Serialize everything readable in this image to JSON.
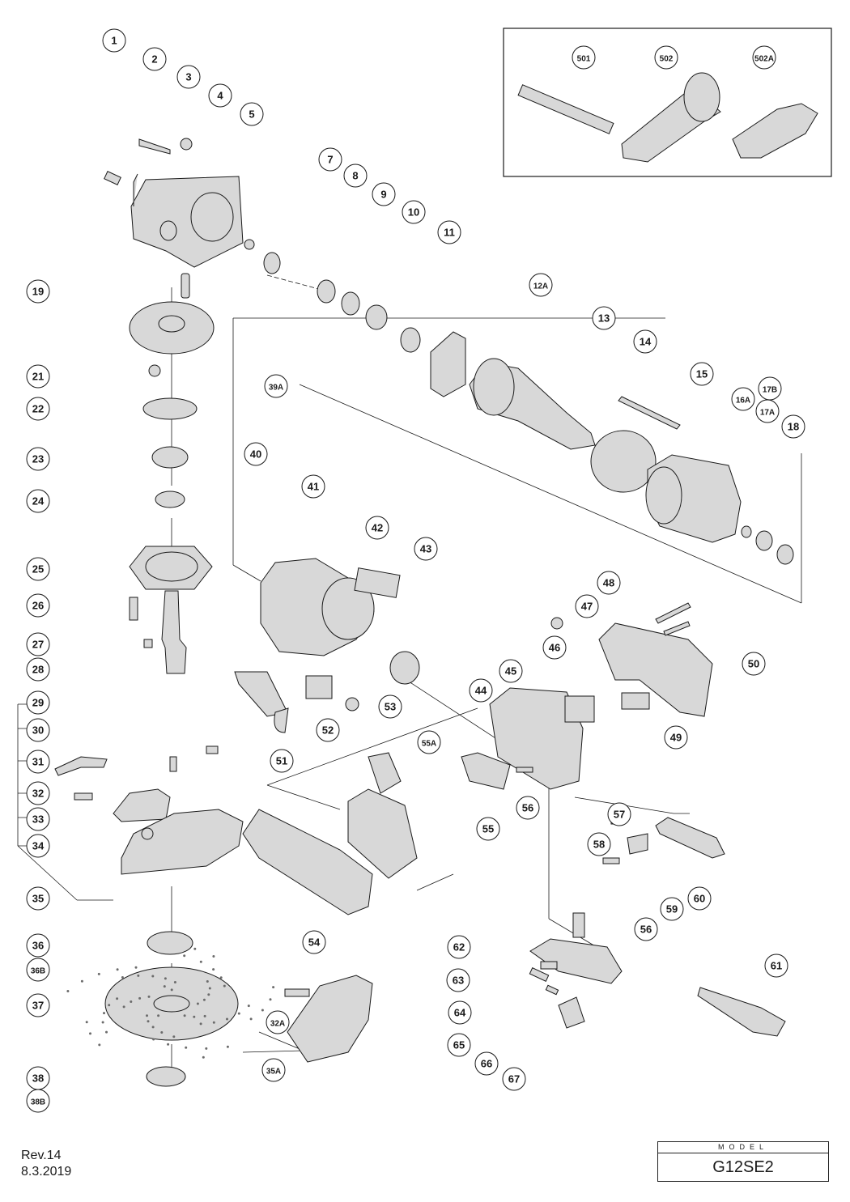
{
  "accessory_labels": [
    "501",
    "502",
    "502A"
  ],
  "part_labels": [
    "1",
    "2",
    "3",
    "4",
    "5",
    "19",
    "39A",
    "21",
    "22",
    "23",
    "24",
    "25",
    "26",
    "27",
    "28",
    "29",
    "30",
    "31",
    "32",
    "33",
    "34",
    "35",
    "36",
    "36B",
    "37",
    "38",
    "38B",
    "7",
    "8",
    "9",
    "10",
    "11",
    "12A",
    "13",
    "14",
    "15",
    "16A",
    "17B",
    "17A",
    "18",
    "40",
    "41",
    "42",
    "43",
    "44",
    "45",
    "46",
    "47",
    "48",
    "49",
    "50",
    "51",
    "52",
    "53",
    "55A",
    "55",
    "56",
    "54",
    "57",
    "58",
    "59",
    "60",
    "56",
    "61",
    "62",
    "63",
    "64",
    "65",
    "66",
    "67",
    "32A",
    "35A"
  ],
  "revision": {
    "rev": "Rev.14",
    "date": "8.3.2019"
  },
  "model": {
    "heading": "MODEL",
    "name": "G12SE2"
  },
  "colors": {
    "line": "#1a1a1a",
    "part_fill": "#d8d8d8",
    "part_dark": "#6b6b6b"
  }
}
